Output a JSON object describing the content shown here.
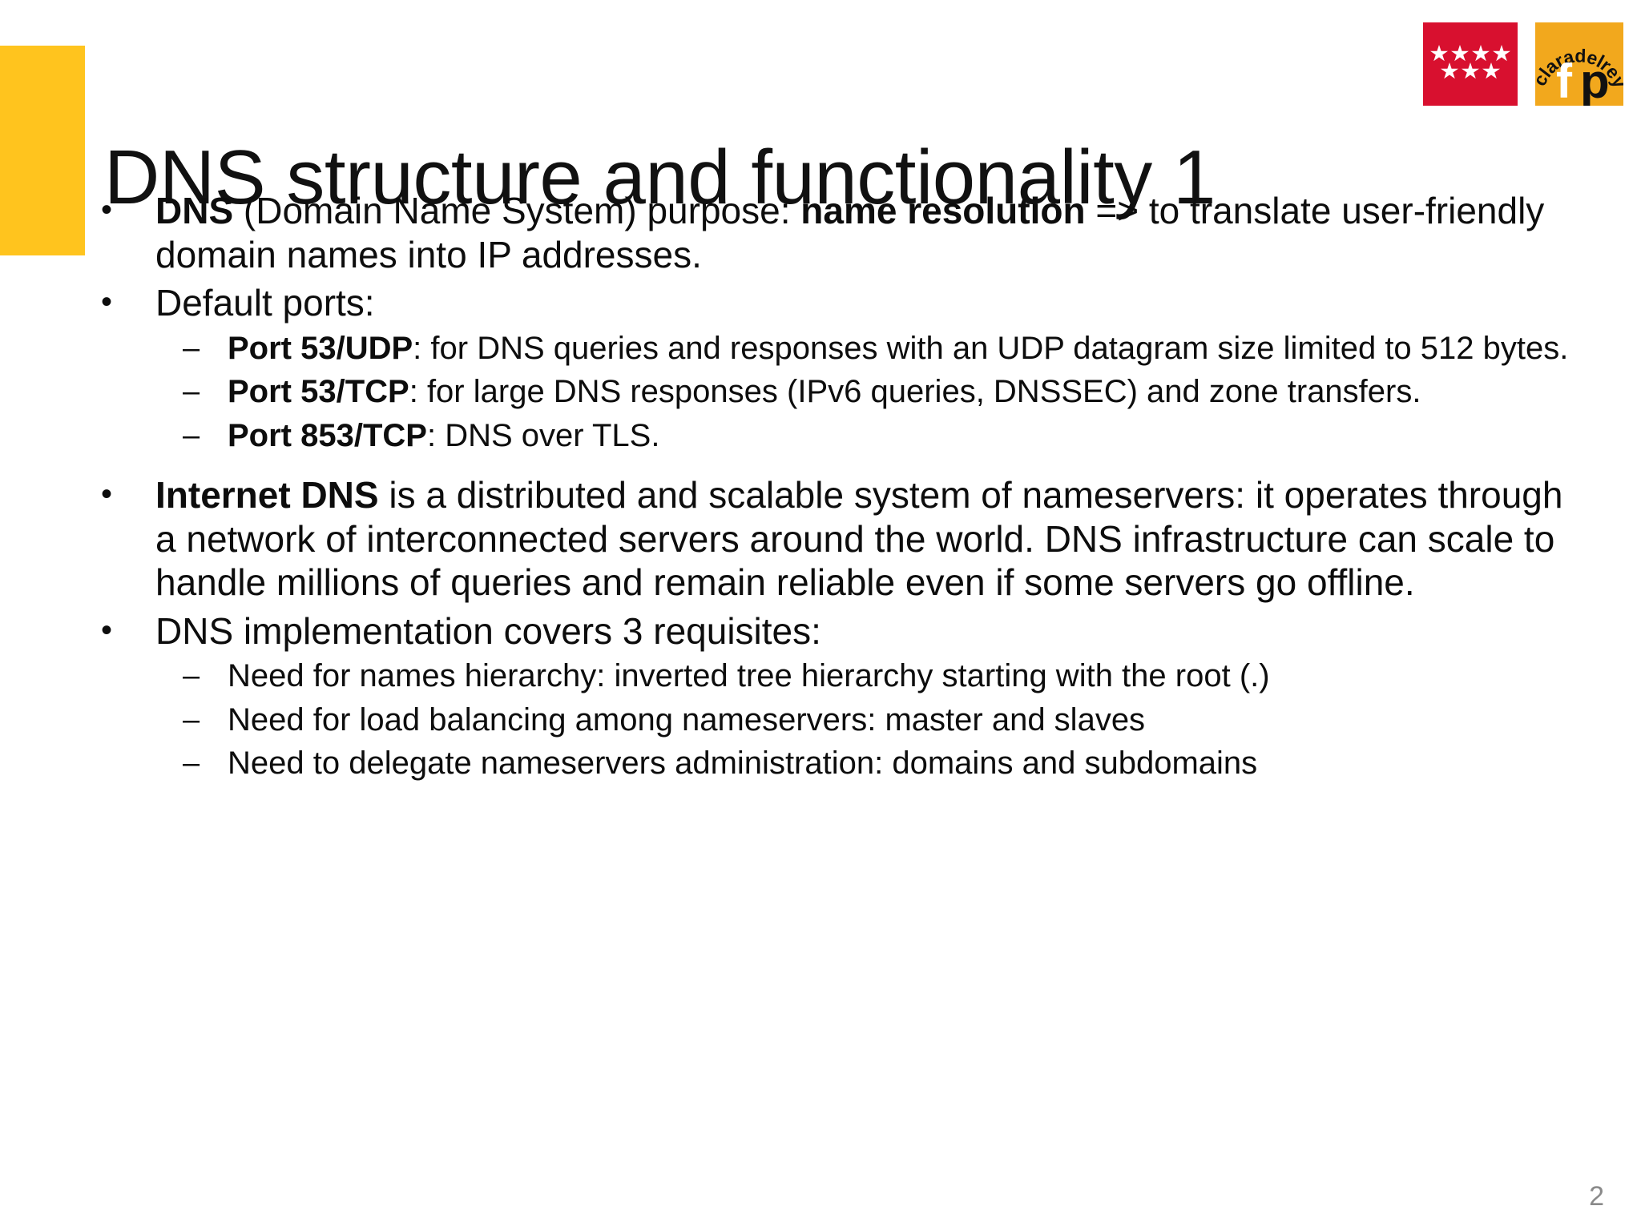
{
  "slide": {
    "title": "DNS structure and functionality 1",
    "page_number": "2",
    "accent_color": "#FFC41E",
    "background_color": "#FFFFFF"
  },
  "logos": {
    "madrid": {
      "name": "comunidad-de-madrid-emblem",
      "background_color": "#D8102F",
      "star_color": "#FFFFFF",
      "stars_top_row": 4,
      "stars_bottom_row": 3
    },
    "claradelrey": {
      "name": "claradelrey-fp-logo",
      "background_color": "#F2A81D",
      "arc_text": "claradelrey",
      "center_text_f": "f",
      "center_text_p": "p"
    }
  },
  "markers": {
    "level1": "•",
    "level2": "–"
  },
  "content": [
    {
      "level": 1,
      "id": "dns-purpose",
      "runs": [
        {
          "text": "DNS",
          "bold": true
        },
        {
          "text": " (Domain Name System) purpose: ",
          "bold": false
        },
        {
          "text": "name resolution",
          "bold": true
        },
        {
          "text": " => to translate user-friendly domain names into IP addresses.",
          "bold": false
        }
      ]
    },
    {
      "level": 1,
      "id": "default-ports",
      "runs": [
        {
          "text": "Default ports:",
          "bold": false
        }
      ]
    },
    {
      "level": 2,
      "id": "port-53-udp",
      "runs": [
        {
          "text": "Port 53/UDP",
          "bold": true
        },
        {
          "text": ": for DNS queries and responses with an UDP datagram size limited to 512 bytes.",
          "bold": false
        }
      ]
    },
    {
      "level": 2,
      "id": "port-53-tcp",
      "runs": [
        {
          "text": "Port 53/TCP",
          "bold": true
        },
        {
          "text": ": for large DNS responses (IPv6 queries, DNSSEC) and zone transfers.",
          "bold": false
        }
      ]
    },
    {
      "level": 2,
      "id": "port-853-tcp",
      "runs": [
        {
          "text": "Port 853/TCP",
          "bold": true
        },
        {
          "text": ": DNS over TLS.",
          "bold": false
        }
      ]
    },
    {
      "level": 1,
      "id": "internet-dns",
      "runs": [
        {
          "text": "Internet DNS",
          "bold": true
        },
        {
          "text": " is a distributed and scalable system of nameservers: it operates through a network of interconnected servers around the world. DNS infrastructure can scale to handle millions of queries and remain reliable even if some servers go offline.",
          "bold": false
        }
      ]
    },
    {
      "level": 1,
      "id": "dns-requisites",
      "runs": [
        {
          "text": "DNS implementation covers 3 requisites:",
          "bold": false
        }
      ]
    },
    {
      "level": 2,
      "id": "requisite-hierarchy",
      "runs": [
        {
          "text": "Need for names hierarchy: inverted tree hierarchy starting with the root (.)",
          "bold": false
        }
      ]
    },
    {
      "level": 2,
      "id": "requisite-load-balancing",
      "runs": [
        {
          "text": "Need for load balancing among nameservers: master and slaves",
          "bold": false
        }
      ]
    },
    {
      "level": 2,
      "id": "requisite-delegation",
      "runs": [
        {
          "text": "Need to delegate nameservers administration: domains and subdomains",
          "bold": false
        }
      ]
    }
  ]
}
